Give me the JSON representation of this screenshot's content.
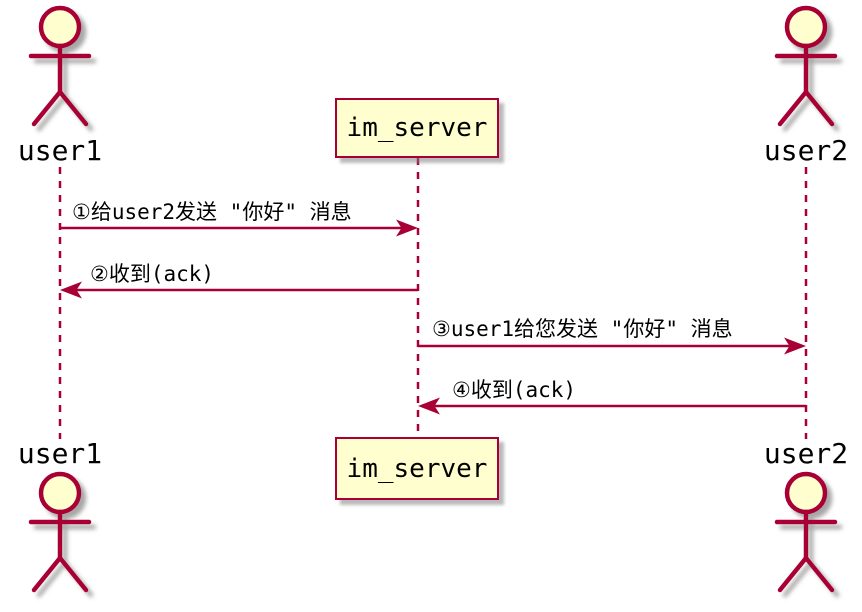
{
  "diagram_type": "uml-sequence",
  "colors": {
    "line": "#A80036",
    "shape_fill": "#FEFECE",
    "text": "#000000",
    "background": "#FFFFFF",
    "shadow": "#828282"
  },
  "actors": {
    "user1": {
      "label": "user1",
      "type": "actor"
    },
    "im_server": {
      "label": "im_server",
      "type": "participant"
    },
    "user2": {
      "label": "user2",
      "type": "actor"
    }
  },
  "messages": [
    {
      "from": "user1",
      "to": "im_server",
      "direction": "right",
      "label": "①给user2发送 \"你好\" 消息"
    },
    {
      "from": "im_server",
      "to": "user1",
      "direction": "left",
      "label": "②收到(ack)"
    },
    {
      "from": "im_server",
      "to": "user2",
      "direction": "right",
      "label": "③user1给您发送 \"你好\" 消息"
    },
    {
      "from": "user2",
      "to": "im_server",
      "direction": "left",
      "label": "④收到(ack)"
    }
  ]
}
